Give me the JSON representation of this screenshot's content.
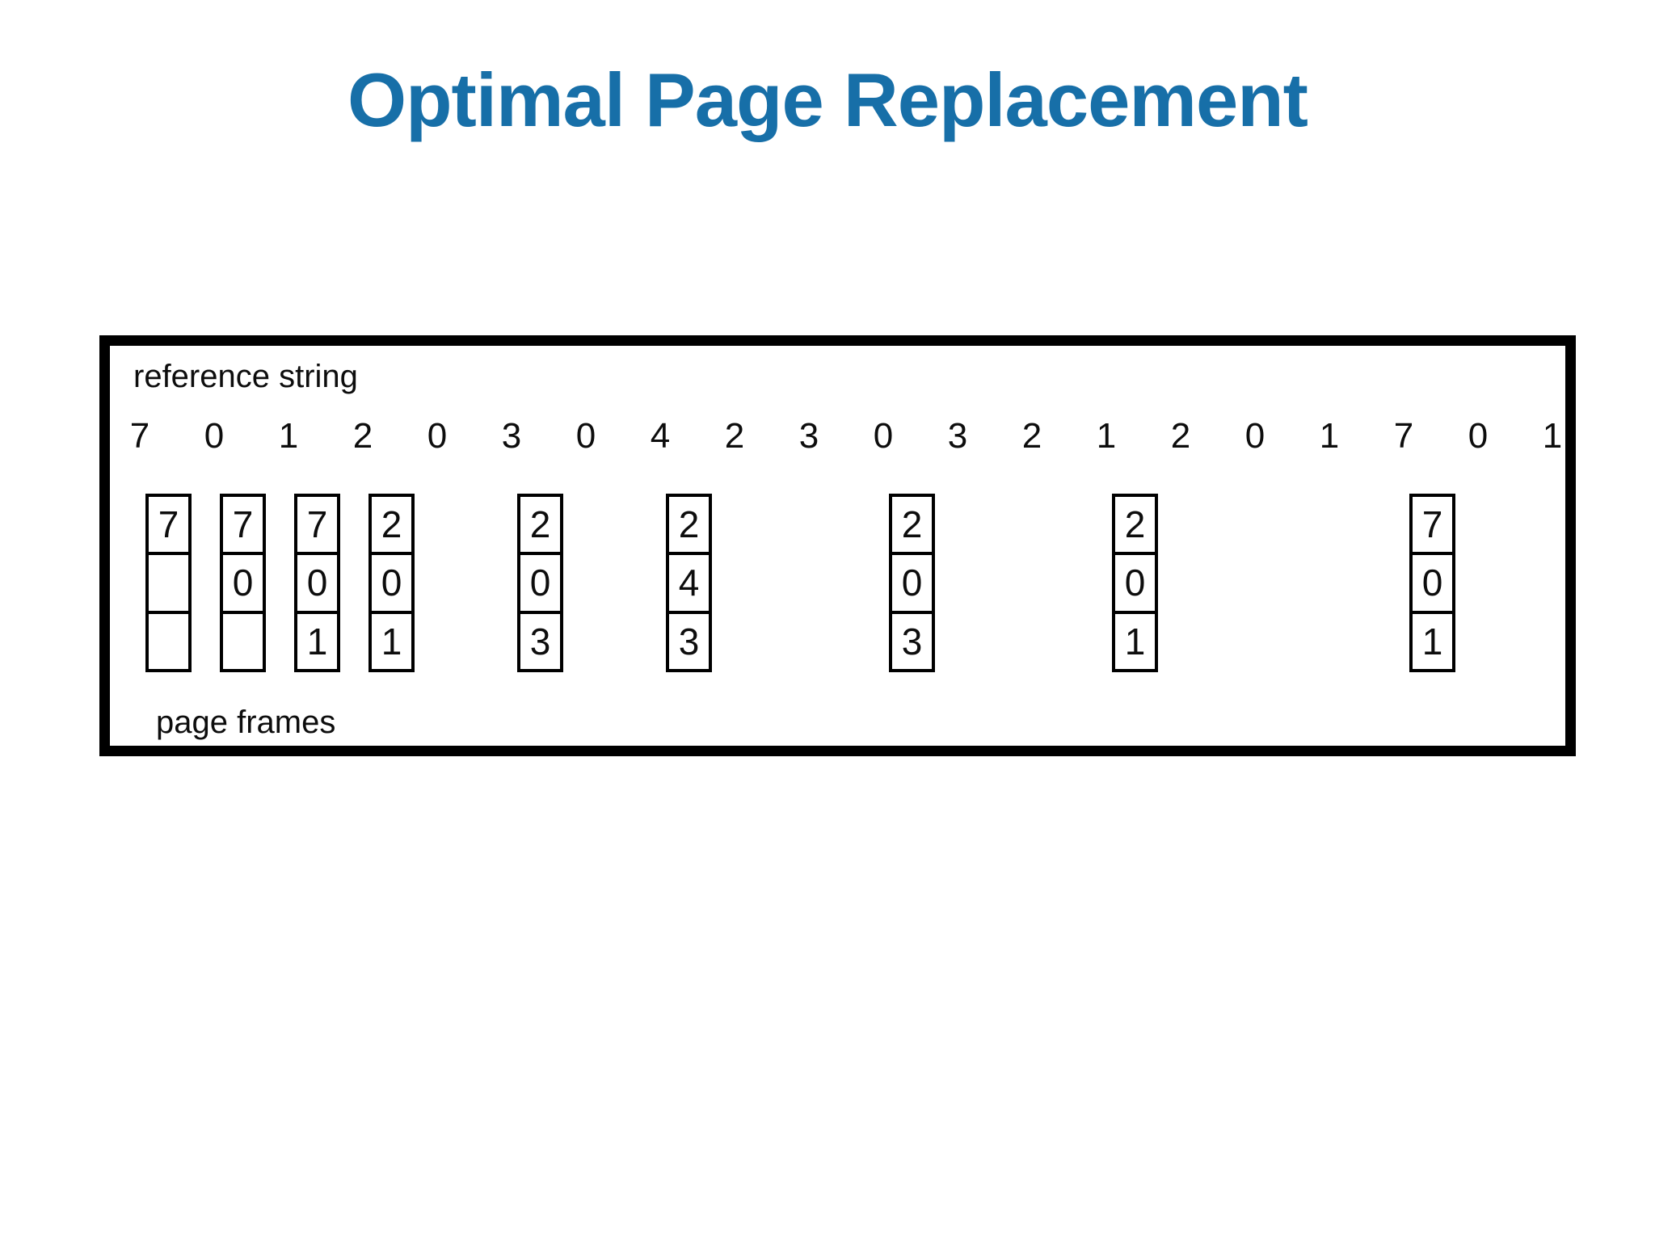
{
  "slide": {
    "title": "Optimal Page Replacement",
    "title_color": "#176fa8",
    "background_color": "#ffffff"
  },
  "figure": {
    "reference_string_label": "reference string",
    "page_frames_label": "page frames",
    "reference_string": [
      "7",
      "0",
      "1",
      "2",
      "0",
      "3",
      "0",
      "4",
      "2",
      "3",
      "0",
      "3",
      "2",
      "1",
      "2",
      "0",
      "1",
      "7",
      "0",
      "1"
    ],
    "frame_snapshots": [
      {
        "ref_index": 0,
        "frames": [
          "7",
          "",
          ""
        ]
      },
      {
        "ref_index": 1,
        "frames": [
          "7",
          "0",
          ""
        ]
      },
      {
        "ref_index": 2,
        "frames": [
          "7",
          "0",
          "1"
        ]
      },
      {
        "ref_index": 3,
        "frames": [
          "2",
          "0",
          "1"
        ]
      },
      {
        "ref_index": 5,
        "frames": [
          "2",
          "0",
          "3"
        ]
      },
      {
        "ref_index": 7,
        "frames": [
          "2",
          "4",
          "3"
        ]
      },
      {
        "ref_index": 10,
        "frames": [
          "2",
          "0",
          "3"
        ]
      },
      {
        "ref_index": 13,
        "frames": [
          "2",
          "0",
          "1"
        ]
      },
      {
        "ref_index": 17,
        "frames": [
          "7",
          "0",
          "1"
        ]
      }
    ]
  }
}
